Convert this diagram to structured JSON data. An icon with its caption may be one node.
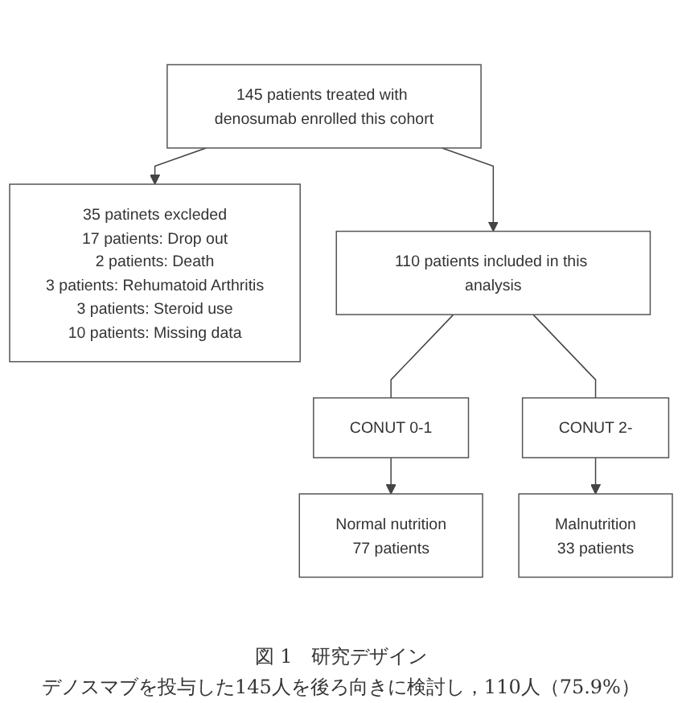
{
  "diagram": {
    "caption": "図 1　研究デザイン",
    "nodes": [
      {
        "text": [
          "145 patients treated with denosumab enrolled this cohort"
        ]
      },
      {
        "text": [
          "35 patinets excleded",
          "17 patients: Drop out",
          "2  patients: Death",
          "3  patients: Rehumatoid Arthritis",
          "3  patients: Steroid use",
          "10 patients: Missing data"
        ]
      },
      {
        "text": [
          "110 patients included in this analysis"
        ]
      },
      {
        "text": [
          "CONUT 0-1"
        ]
      },
      {
        "text": [
          "CONUT 2-"
        ]
      },
      {
        "text": [
          "Normal nutrition",
          "77 patients"
        ]
      },
      {
        "text": [
          "Malnutrition",
          "33 patients"
        ]
      }
    ],
    "edges": [
      {
        "from": 0,
        "to": 2,
        "arrow": "to"
      },
      {
        "from": 0,
        "to": 1,
        "arrow": "to"
      },
      {
        "from": 2,
        "to": 3,
        "arrow": "none"
      },
      {
        "from": 2,
        "to": 4,
        "arrow": "none"
      },
      {
        "from": 3,
        "to": 5,
        "arrow": "to"
      },
      {
        "from": 4,
        "to": 6,
        "arrow": "to"
      }
    ],
    "labels": [
      "デノスマブを投与した145人を後ろ向きに検討し，110人（75.9%）"
    ]
  }
}
